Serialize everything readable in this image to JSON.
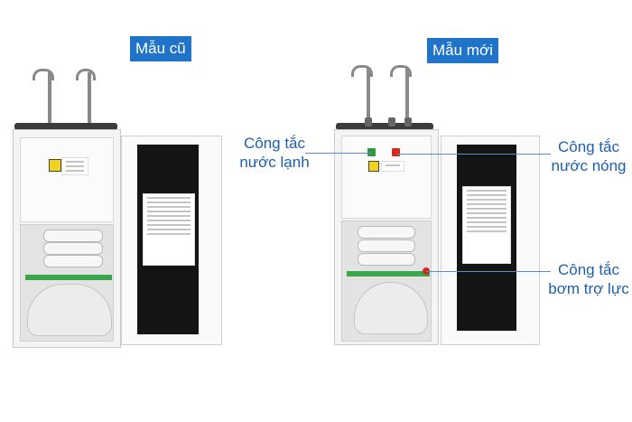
{
  "labels": {
    "old_model": "Mẫu cũ",
    "new_model": "Mẫu mới"
  },
  "callouts": {
    "cold_switch": [
      "Công tắc",
      "nước lạnh"
    ],
    "hot_switch": [
      "Công tắc",
      "nước nóng"
    ],
    "pump_switch": [
      "Công tắc",
      "bơm trợ lực"
    ]
  },
  "colors": {
    "label_bg": "#1f73c9",
    "callout_text": "#1d5fae",
    "cold_switch": "#2d9a3e",
    "hot_switch": "#d42a1e"
  }
}
